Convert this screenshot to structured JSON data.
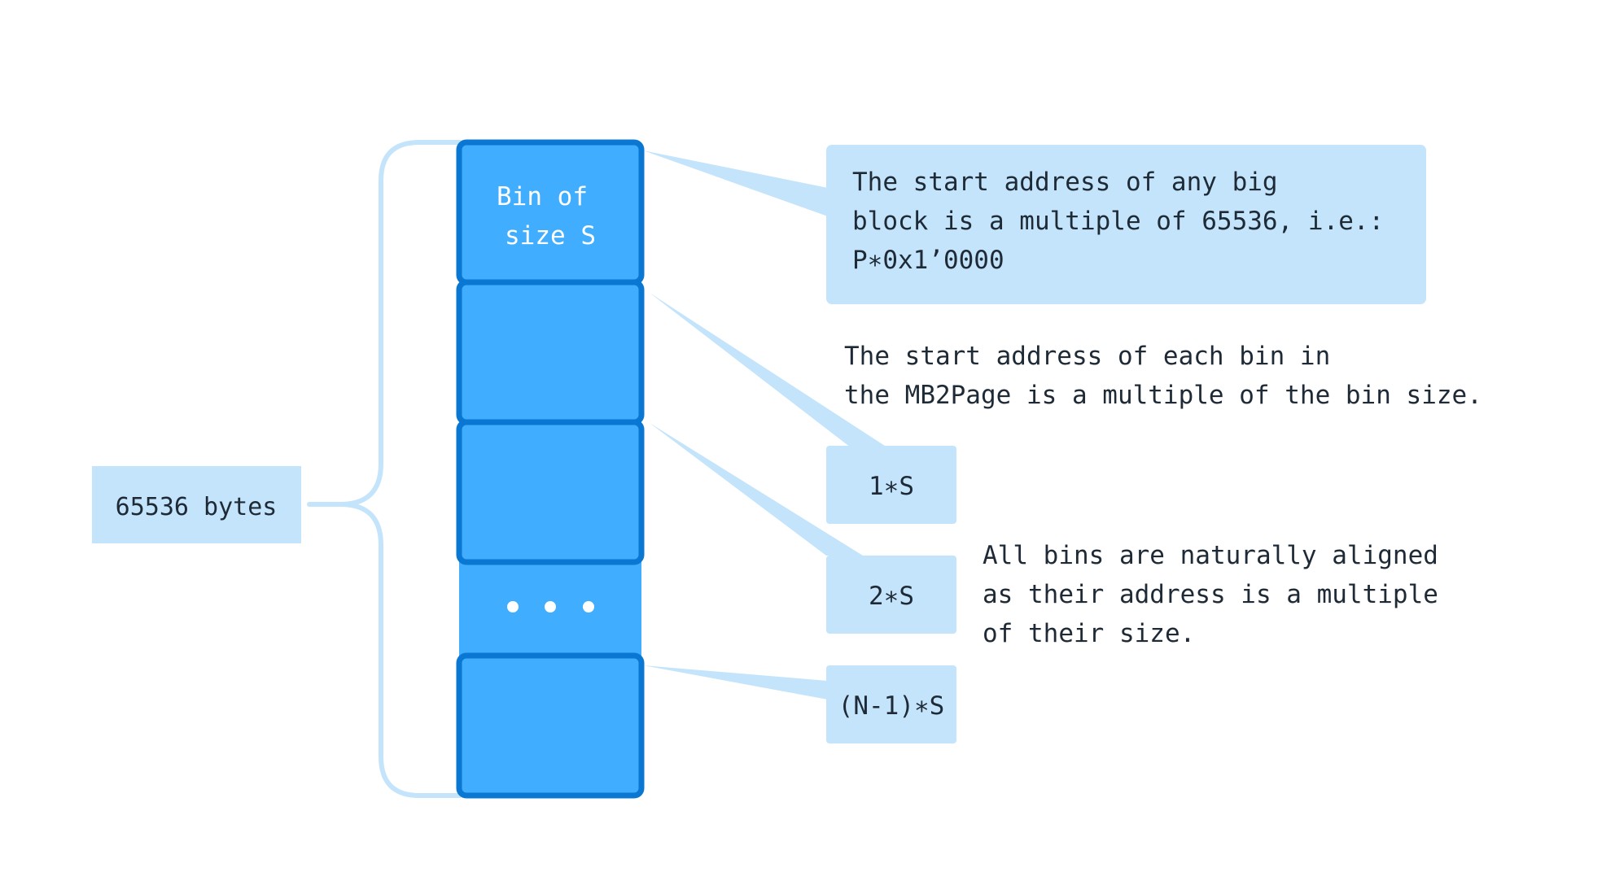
{
  "colors": {
    "bin_fill": "#40ADFF",
    "bin_stroke": "#0A78D2",
    "callout_fill": "#C4E4FB",
    "brace": "#C4E4FB",
    "text_dark": "#1E2A36",
    "text_light": "#FFFFFF"
  },
  "size_label": "65536 bytes",
  "bins": {
    "first_label_line1": "Bin of",
    "first_label_line2": "size S",
    "ellipsis_icon": "ellipsis-dots"
  },
  "callouts": {
    "big_block_line1": "The start address of any big",
    "big_block_line2": "block is a multiple of 65536, i.e.:",
    "big_block_line3": "P∗0x1’0000",
    "offset_1": "1∗S",
    "offset_2": "2∗S",
    "offset_n": "(N-1)∗S"
  },
  "notes": {
    "bin_start_line1": "The start address of each bin in",
    "bin_start_line2": "the MB2Page is a multiple of the bin size.",
    "aligned_line1": "All bins are naturally aligned",
    "aligned_line2": "as their address is a multiple",
    "aligned_line3": "of their size."
  }
}
